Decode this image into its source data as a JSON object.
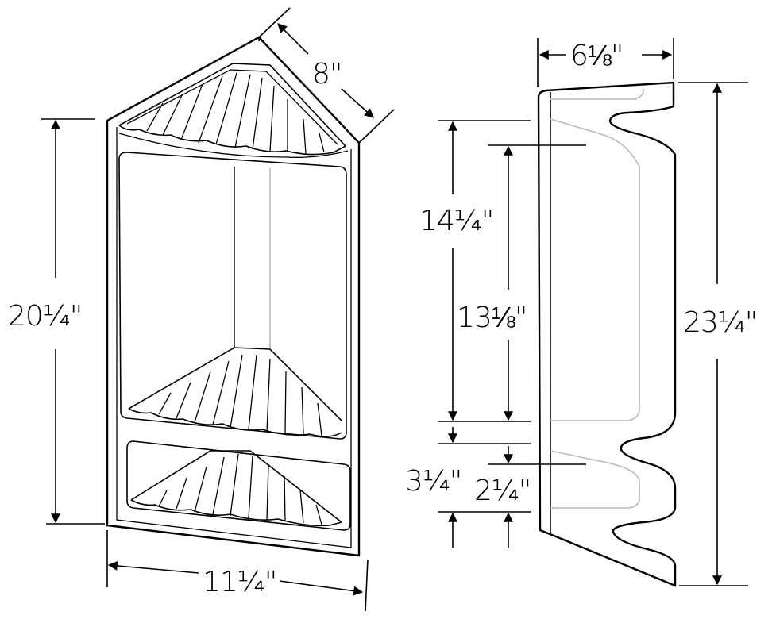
{
  "dimensions": {
    "front_depth": "8\"",
    "front_height": "20¼\"",
    "front_width": "11¼\"",
    "side_depth": "6⅛\"",
    "side_upper_opening": "14¼\"",
    "side_upper_shelf_span": "13⅛\"",
    "side_lower_opening": "3¼\"",
    "side_lower_shelf_span": "2¼\"",
    "side_total_height": "23¼\""
  },
  "colors": {
    "line": "#000000",
    "hidden_line": "#b9b9b9",
    "background": "#ffffff"
  }
}
